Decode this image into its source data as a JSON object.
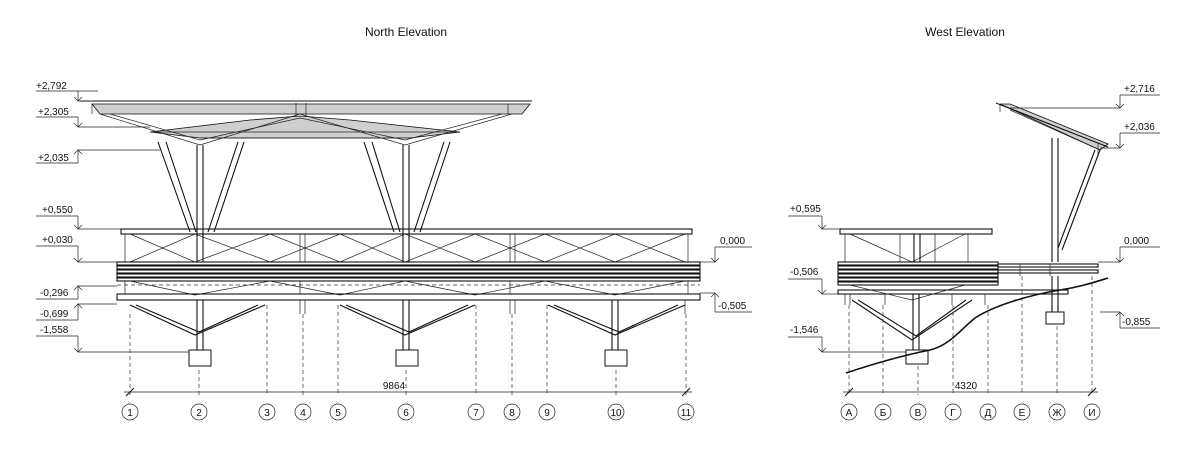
{
  "views": [
    {
      "id": "north",
      "title": "North Elevation",
      "levels_left": [
        "+2,792",
        "+2,305",
        "+2,035",
        "+0,550",
        "+0,030",
        "-0,296",
        "-0,699",
        "-1,558"
      ],
      "levels_right": [
        "0,000",
        "-0,505"
      ],
      "overall_dimension": "9864",
      "axes": [
        "1",
        "2",
        "3",
        "4",
        "5",
        "6",
        "7",
        "8",
        "9",
        "10",
        "11"
      ]
    },
    {
      "id": "west",
      "title": "West Elevation",
      "levels_left": [
        "+0,595",
        "-0,506",
        "-1,546"
      ],
      "levels_right": [
        "+2,716",
        "+2,036",
        "0,000",
        "-0,855"
      ],
      "overall_dimension": "4320",
      "axes": [
        "А",
        "Б",
        "В",
        "Г",
        "Д",
        "Е",
        "Ж",
        "И"
      ]
    }
  ]
}
